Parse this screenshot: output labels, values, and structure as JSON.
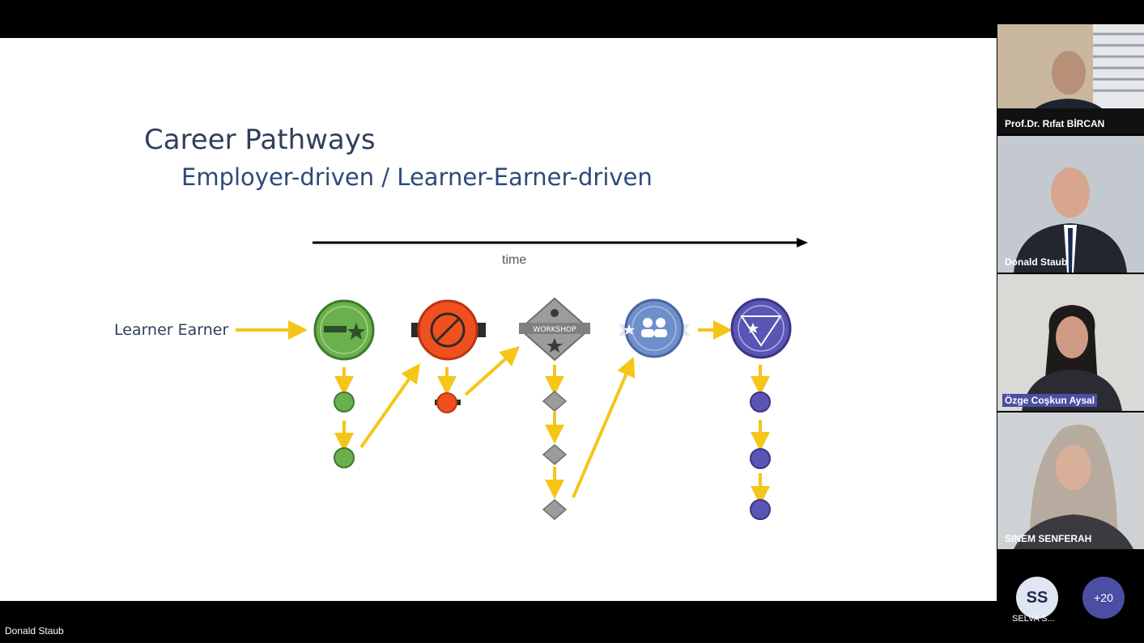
{
  "slide": {
    "title": "Career Pathways",
    "subtitle": "Employer-driven / Learner-Earner-driven",
    "time_label": "time",
    "learner_label": "Learner Earner",
    "badges": {
      "green_color": "#6ab04c",
      "orange_color": "#f0501e",
      "gray_color": "#9c9c9c",
      "blue_color": "#6f8fcb",
      "purple_color": "#5a55b5",
      "arrow_color": "#f5c518",
      "workshop_text": "WORKSHOP"
    }
  },
  "presenter": {
    "name": "Donald Staub"
  },
  "participants": [
    {
      "name": "Prof.Dr. Rıfat BİRCAN",
      "active": false
    },
    {
      "name": "Donald Staub",
      "active": false
    },
    {
      "name": "Özge Coşkun Aysal",
      "active": true
    },
    {
      "name": "SINEM SENFERAH",
      "active": false
    }
  ],
  "avatar": {
    "initials": "SS",
    "name": "SELVA S..."
  },
  "overflow": {
    "label": "+20"
  }
}
